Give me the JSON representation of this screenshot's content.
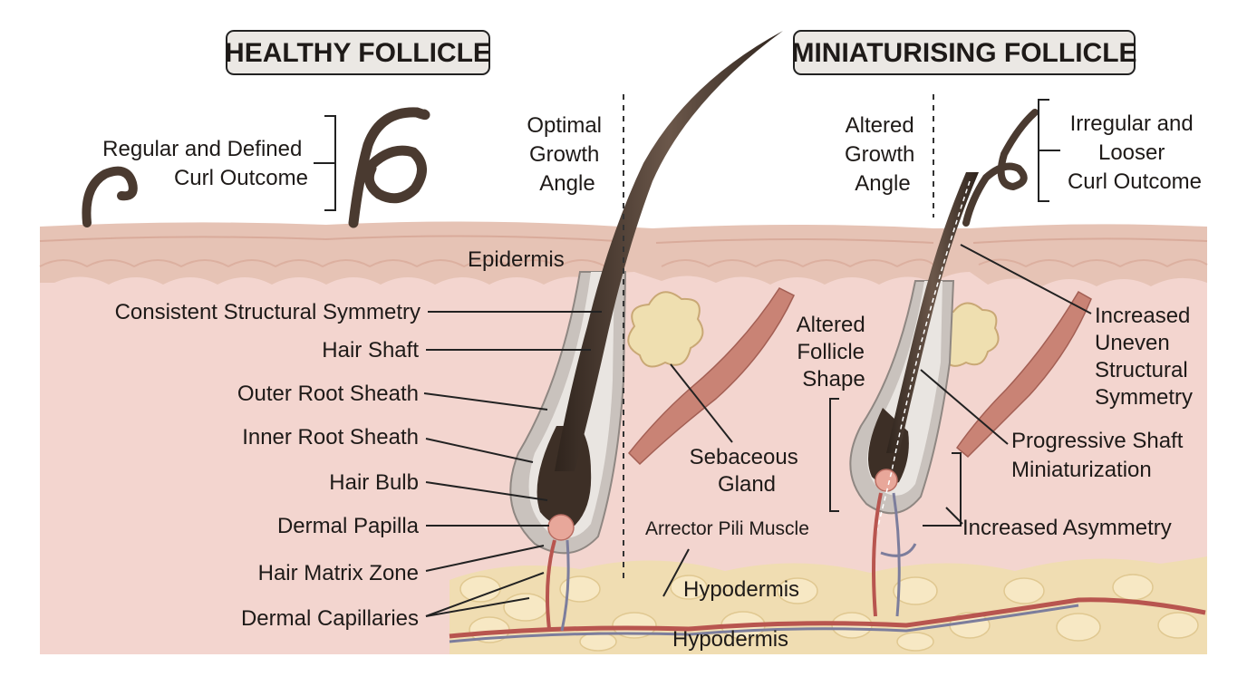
{
  "healthy_title": "HEALTHY FOLLICLE",
  "miniaturising_title": "MINIATURISING FOLLICLE",
  "labels": {
    "regular_curl": [
      "Regular and Defined",
      "Curl Outcome"
    ],
    "optimal_angle": [
      "Optimal",
      "Growth",
      "Angle"
    ],
    "altered_angle": [
      "Altered",
      "Growth",
      "Angle"
    ],
    "irregular_curl": [
      "Irregular and",
      "Looser",
      "Curl Outcome"
    ],
    "epidermis": "Epidermis",
    "consistent_symmetry": "Consistent Structural Symmetry",
    "hair_shaft": "Hair Shaft",
    "outer_root_sheath": "Outer Root Sheath",
    "inner_root_sheath": "Inner Root Sheath",
    "hair_bulb": "Hair Bulb",
    "dermal_papilla": "Dermal Papilla",
    "hair_matrix": "Hair Matrix Zone",
    "dermal_capillaries": "Dermal Capillaries",
    "sebaceous_gland": [
      "Sebaceous",
      "Gland"
    ],
    "arrector_pili": "Arrector Pili Muscle",
    "hypodermis_upper": "Hypodermis",
    "hypodermis_lower": "Hypodermis",
    "altered_shape": [
      "Altered",
      "Follicle",
      "Shape"
    ],
    "increased_uneven": [
      "Increased",
      "Uneven",
      "Structural",
      "Symmetry"
    ],
    "progressive_shaft": [
      "Progressive Shaft",
      "Miniaturization"
    ],
    "increased_asymmetry": "Increased Asymmetry"
  },
  "colors": {
    "dermis": "#f3d5cf",
    "epidermis": "#e6c3b5",
    "epidermis_wave": "#d9ab9b",
    "hypodermis": "#f0ddb2",
    "fat_cell": "#f7e8c4",
    "hair": "#4a3a30",
    "sheath_outer": "#c9c2bd",
    "sheath_inner": "#e9e5e1",
    "muscle": "#c98375",
    "gland": "#efdfb0",
    "vessel_red": "#b8554f",
    "vessel_blue": "#7c7d9c",
    "title_bg": "#ebe8e4"
  }
}
